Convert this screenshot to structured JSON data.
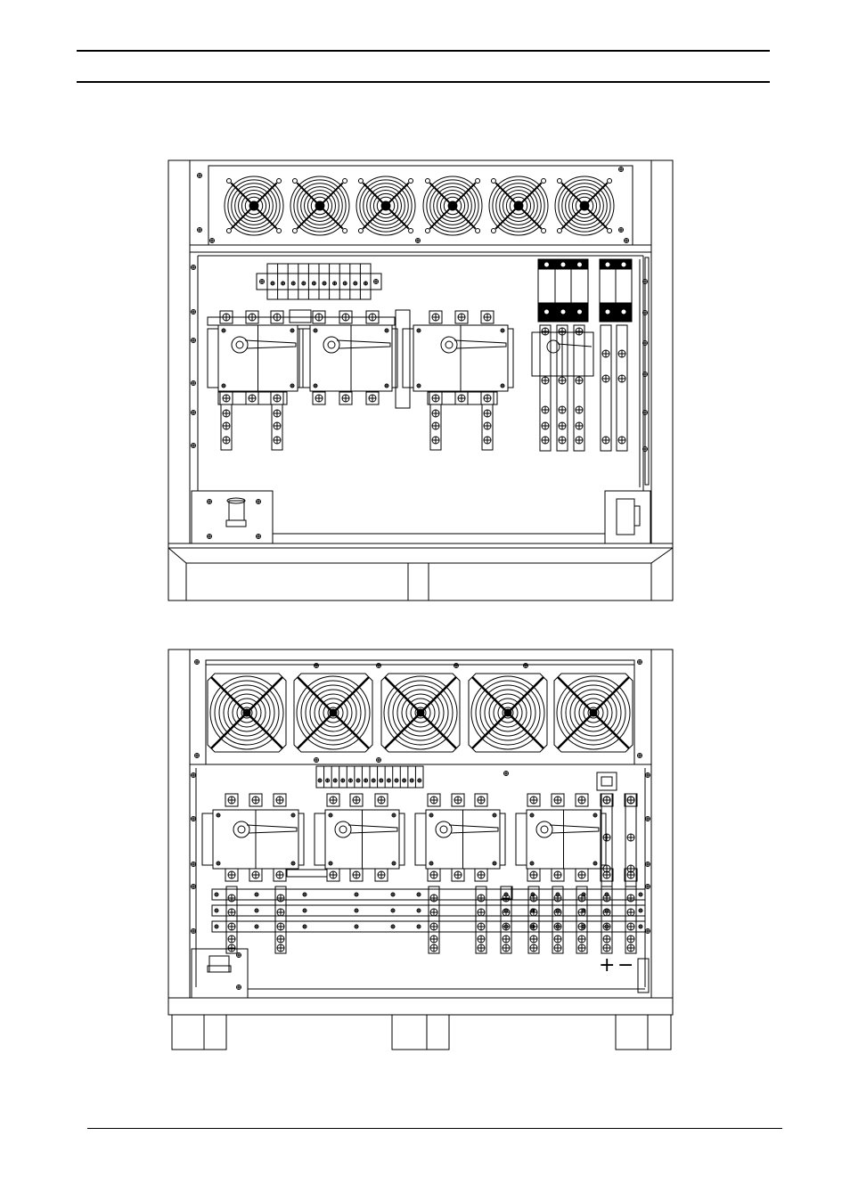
{
  "header": {
    "rule_count": 2
  },
  "figures": [
    {
      "id": "cabinet-front-upper",
      "fans": 6,
      "isolating_switches": 3,
      "fused_switch": 1,
      "fuse_holders": 5
    },
    {
      "id": "cabinet-front-lower",
      "fans": 5,
      "isolating_switches": 4,
      "dc_terminal_labels": {
        "positive": "+",
        "negative": "−"
      }
    }
  ],
  "footer": {
    "rule_count": 1
  }
}
